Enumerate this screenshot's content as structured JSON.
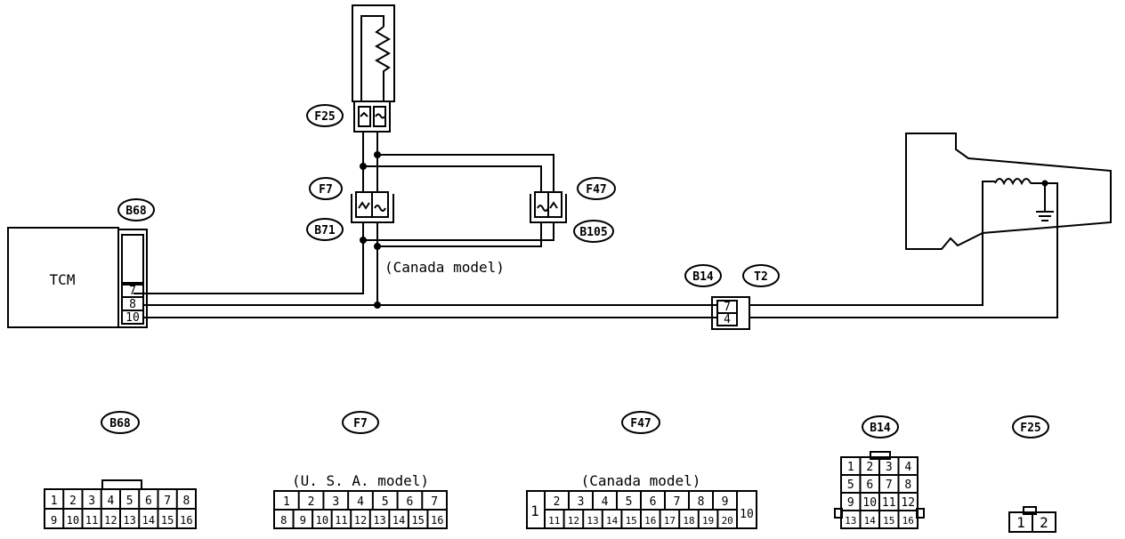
{
  "tcm_label": "TCM",
  "canada_note": "(Canada model)",
  "connector_tags": {
    "b68": "B68",
    "f25": "F25",
    "f7": "F7",
    "f47": "F47",
    "b71": "B71",
    "b105": "B105",
    "b14": "B14",
    "t2": "T2"
  },
  "tcm_pins": [
    "7",
    "8",
    "10"
  ],
  "b14_pins": [
    "7",
    "4"
  ],
  "legend": {
    "b68": {
      "title": "B68",
      "row1": [
        "1",
        "2",
        "3",
        "4",
        "5",
        "6",
        "7",
        "8"
      ],
      "row2": [
        "9",
        "10",
        "11",
        "12",
        "13",
        "14",
        "15",
        "16"
      ]
    },
    "f7": {
      "title": "F7",
      "note": "(U. S. A. model)",
      "row1": [
        "1",
        "2",
        "3",
        "4",
        "5",
        "6",
        "7"
      ],
      "row2": [
        "8",
        "9",
        "10",
        "11",
        "12",
        "13",
        "14",
        "15",
        "16"
      ]
    },
    "f47": {
      "title": "F47",
      "note": "(Canada model)",
      "side_left": "1",
      "side_right": "10",
      "row1": [
        "2",
        "3",
        "4",
        "5",
        "6",
        "7",
        "8",
        "9"
      ],
      "row2": [
        "11",
        "12",
        "13",
        "14",
        "15",
        "16",
        "17",
        "18",
        "19",
        "20"
      ]
    },
    "b14": {
      "title": "B14",
      "rows": [
        [
          "1",
          "2",
          "3",
          "4"
        ],
        [
          "5",
          "6",
          "7",
          "8"
        ],
        [
          "9",
          "10",
          "11",
          "12"
        ],
        [
          "13",
          "14",
          "15",
          "16"
        ]
      ]
    },
    "f25": {
      "title": "F25",
      "pins": [
        "1",
        "2"
      ]
    }
  }
}
